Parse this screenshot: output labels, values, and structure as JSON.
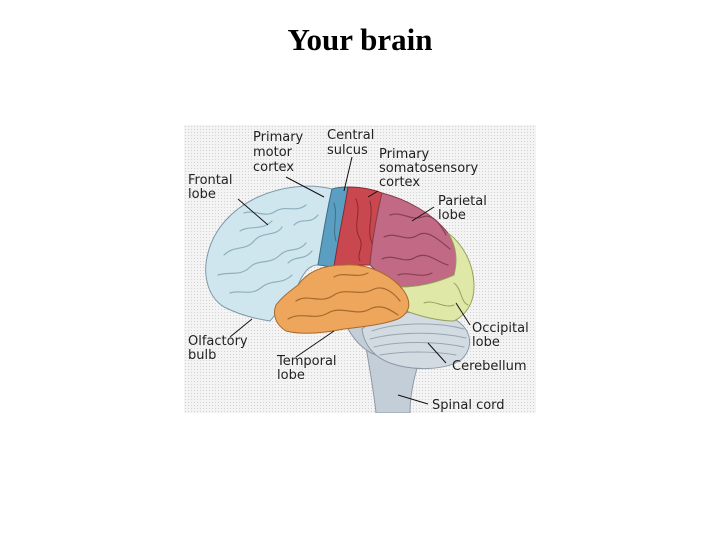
{
  "slide": {
    "title": "Your brain"
  },
  "labels": {
    "primary_motor_cortex": [
      "Primary",
      "motor",
      "cortex"
    ],
    "central_sulcus": [
      "Central",
      "sulcus"
    ],
    "primary_somatosensory_cortex": [
      "Primary",
      "somatosensory",
      "cortex"
    ],
    "frontal_lobe": [
      "Frontal",
      "lobe"
    ],
    "parietal_lobe": [
      "Parietal",
      "lobe"
    ],
    "occipital_lobe": [
      "Occipital",
      "lobe"
    ],
    "olfactory_bulb": [
      "Olfactory",
      "bulb"
    ],
    "temporal_lobe": [
      "Temporal",
      "lobe"
    ],
    "cerebellum": [
      "Cerebellum"
    ],
    "spinal_cord": [
      "Spinal cord"
    ]
  },
  "colors": {
    "frontal": "#cfe6ee",
    "motor": "#5a9fc2",
    "somatosensory": "#c9474f",
    "parietal": "#c26a85",
    "occipital": "#dfe8a6",
    "temporal": "#eea65d",
    "cerebellum": "#d2dbe2",
    "brainstem": "#c4ced8"
  }
}
